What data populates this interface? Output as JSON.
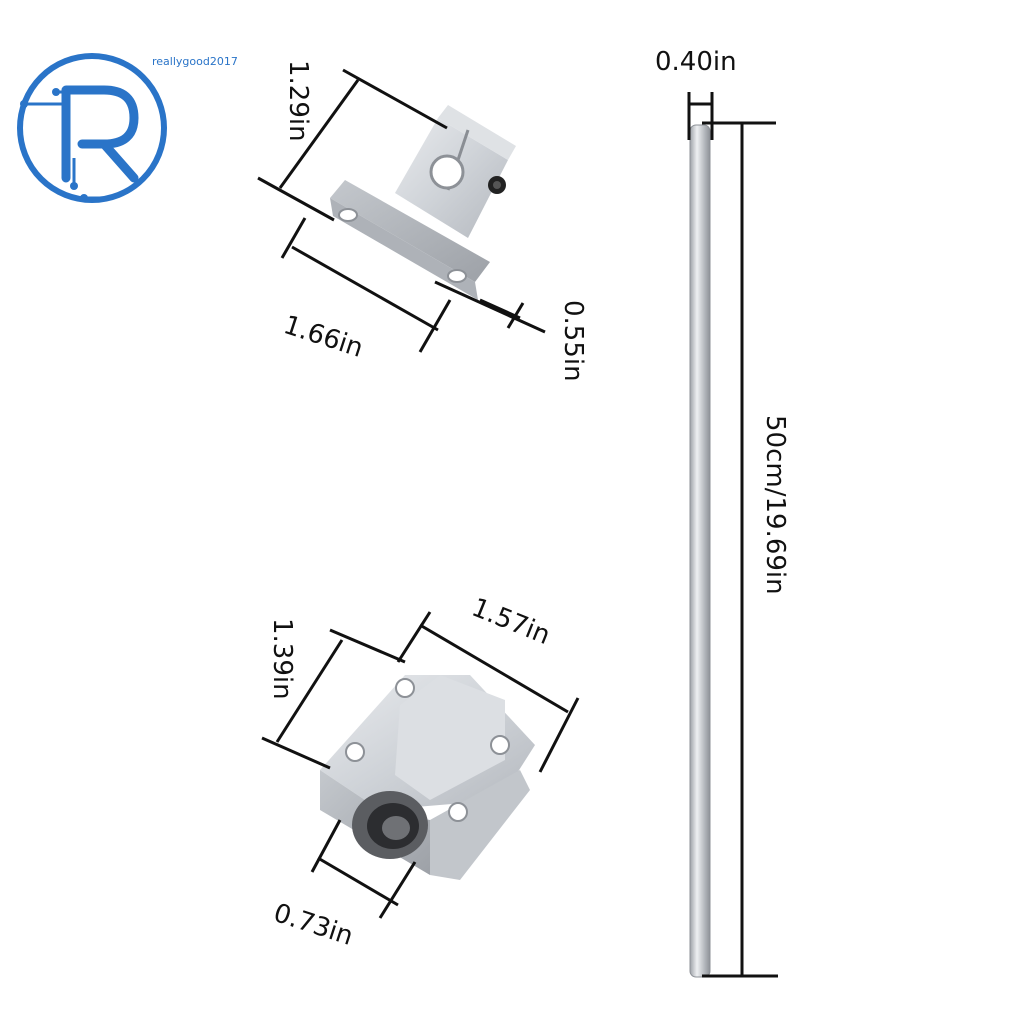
{
  "brand": {
    "watermark": "reallygood2017",
    "logo_letter": "R",
    "color": "#2a74c8"
  },
  "parts": {
    "shaft_support": {
      "height_label": "1.29in",
      "width_label": "1.66in",
      "base_thickness_label": "0.55in"
    },
    "linear_bearing_block": {
      "height_label": "1.39in",
      "length_label": "1.57in",
      "bore_label": "0.73in"
    },
    "rod": {
      "diameter_label": "0.40in",
      "length_label": "50cm/19.69in"
    }
  },
  "colors": {
    "dimension_line": "#111111",
    "aluminum": "#cfd3d8",
    "aluminum_dark": "#a9adb3",
    "rod": "#bfc3c8"
  }
}
